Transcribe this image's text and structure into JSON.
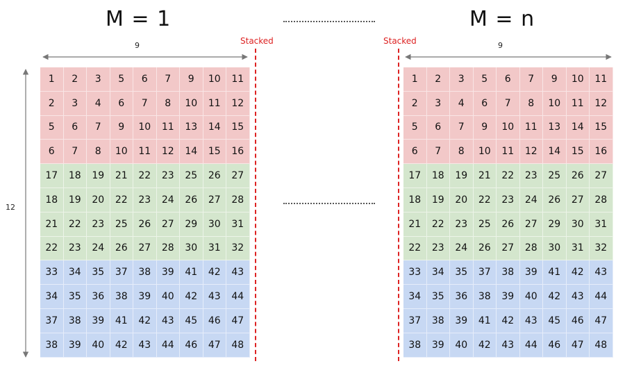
{
  "titles": {
    "left": "M = 1",
    "right": "M = n"
  },
  "labels": {
    "stacked": "Stacked",
    "width": "9",
    "height": "12"
  },
  "colors": {
    "red": "#f2c8c8",
    "green": "#d4e6cd",
    "blue": "#c7d8f3",
    "divider": "#dd2222"
  },
  "row_colors": [
    "red",
    "red",
    "red",
    "red",
    "green",
    "green",
    "green",
    "green",
    "blue",
    "blue",
    "blue",
    "blue"
  ],
  "matrix": [
    [
      "1",
      "2",
      "3",
      "5",
      "6",
      "7",
      "9",
      "10",
      "11"
    ],
    [
      "2",
      "3",
      "4",
      "6",
      "7",
      "8",
      "10",
      "11",
      "12"
    ],
    [
      "5",
      "6",
      "7",
      "9",
      "10",
      "11",
      "13",
      "14",
      "15"
    ],
    [
      "6",
      "7",
      "8",
      "10",
      "11",
      "12",
      "14",
      "15",
      "16"
    ],
    [
      "17",
      "18",
      "19",
      "21",
      "22",
      "23",
      "25",
      "26",
      "27"
    ],
    [
      "18",
      "19",
      "20",
      "22",
      "23",
      "24",
      "26",
      "27",
      "28"
    ],
    [
      "21",
      "22",
      "23",
      "25",
      "26",
      "27",
      "29",
      "30",
      "31"
    ],
    [
      "22",
      "23",
      "24",
      "26",
      "27",
      "28",
      "30",
      "31",
      "32"
    ],
    [
      "33",
      "34",
      "35",
      "37",
      "38",
      "39",
      "41",
      "42",
      "43"
    ],
    [
      "34",
      "35",
      "36",
      "38",
      "39",
      "40",
      "42",
      "43",
      "44"
    ],
    [
      "37",
      "38",
      "39",
      "41",
      "42",
      "43",
      "45",
      "46",
      "47"
    ],
    [
      "38",
      "39",
      "40",
      "42",
      "43",
      "44",
      "46",
      "47",
      "48"
    ]
  ]
}
